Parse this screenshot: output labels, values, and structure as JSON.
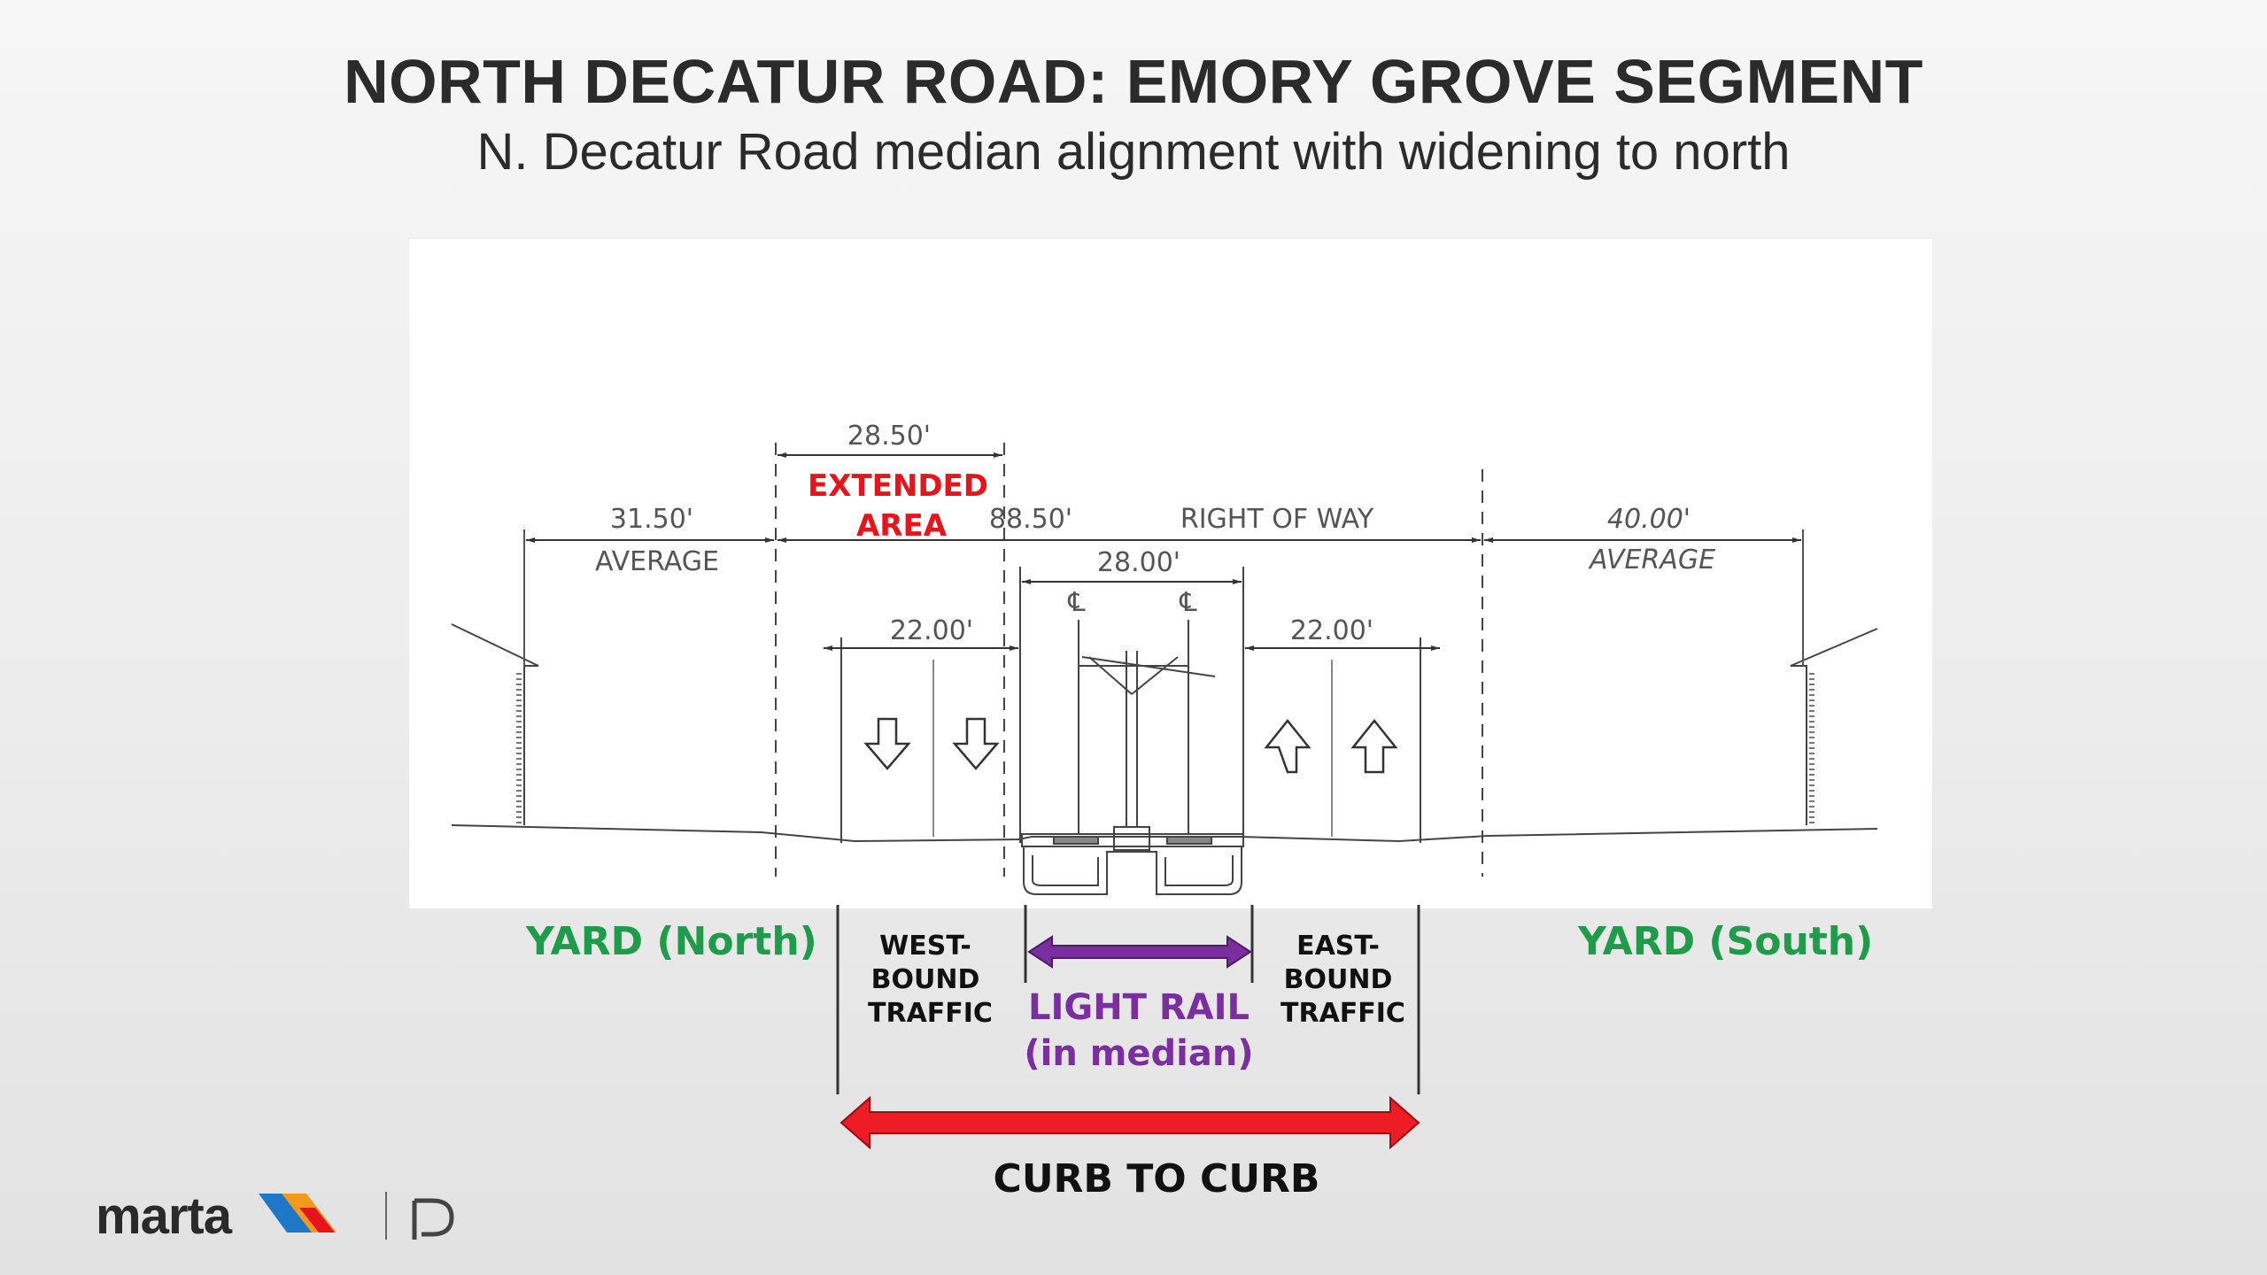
{
  "header": {
    "title": "NORTH DECATUR ROAD: EMORY GROVE SEGMENT",
    "subtitle": "N. Decatur Road median alignment with widening to north"
  },
  "drawing": {
    "extended_width": "28.50'",
    "extended_label_1": "EXTENDED",
    "extended_label_2": "AREA",
    "north_yard_width": "31.50'",
    "north_yard_label": "AVERAGE",
    "row_width": "88.50'",
    "row_label": "RIGHT OF WAY",
    "south_yard_width": "40.00'",
    "south_yard_label": "AVERAGE",
    "median_width": "28.00'",
    "westbound_width": "22.00'",
    "eastbound_width": "22.00'",
    "centerline_symbol": "℄"
  },
  "annotations": {
    "yard_north": "YARD (North)",
    "yard_south": "YARD (South)",
    "westbound_1": "WEST-",
    "westbound_2": "BOUND",
    "westbound_3": "TRAFFIC",
    "eastbound_1": "EAST-",
    "eastbound_2": "BOUND",
    "eastbound_3": "TRAFFIC",
    "light_rail_1": "LIGHT RAIL",
    "light_rail_2": "(in median)",
    "curb_to_curb": "CURB TO CURB"
  },
  "logo": {
    "text": "marta"
  },
  "colors": {
    "yard_green": "#1e9c4a",
    "light_rail_purple": "#7a2ea0",
    "curb_red": "#e8141b"
  }
}
